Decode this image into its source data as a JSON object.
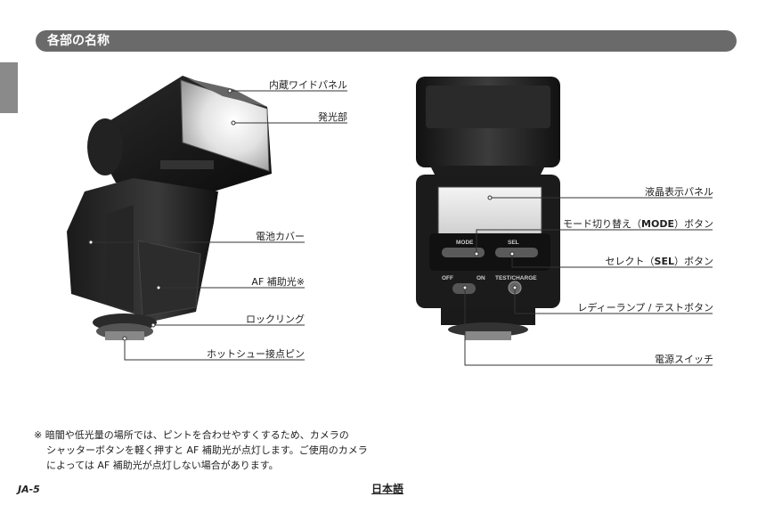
{
  "header": {
    "title": "各部の名称"
  },
  "left_callouts": [
    {
      "text": "内蔵ワイドパネル"
    },
    {
      "text": "発光部"
    },
    {
      "text": "電池カバー"
    },
    {
      "text": "AF 補助光※"
    },
    {
      "text": "ロックリング"
    },
    {
      "text": "ホットシュー接点ピン"
    }
  ],
  "right_callouts": [
    {
      "text": "液晶表示パネル"
    },
    {
      "pre": "モード切り替え（",
      "bold": "MODE",
      "post": "）ボタン"
    },
    {
      "pre": "セレクト（",
      "bold": "SEL",
      "post": "）ボタン"
    },
    {
      "text": "レディーランプ / テストボタン"
    },
    {
      "text": "電源スイッチ"
    }
  ],
  "device_labels": {
    "mode": "MODE",
    "sel": "SEL",
    "off": "OFF",
    "on": "ON",
    "test": "TEST/CHARGE"
  },
  "footnote": {
    "mark": "※",
    "line1": "暗闇や低光量の場所では、ピントを合わせやすくするため、カメラの",
    "line2": "シャッターボタンを軽く押すと AF 補助光が点灯します。ご使用のカメラ",
    "line3": "によっては AF 補助光が点灯しない場合があります。"
  },
  "page": {
    "number": "JA-5",
    "language": "日本語"
  }
}
